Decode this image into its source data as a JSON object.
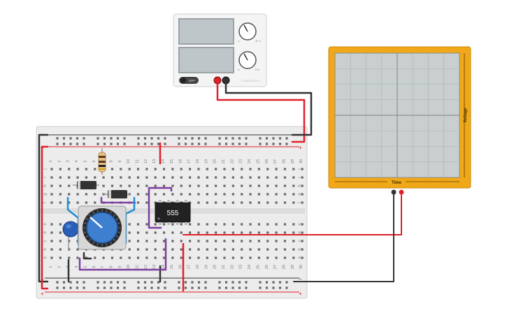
{
  "power_supply": {
    "off_label": "OFF",
    "volt_unit": "V",
    "amp_unit": "A",
    "volt_knob_label": "30 V",
    "amp_knob_label": "5 A",
    "brand": "POWER SUPPLY"
  },
  "oscilloscope": {
    "x_axis_label": "Time",
    "y_axis_label": "Voltage"
  },
  "chip": {
    "label": "555"
  },
  "breadboard": {
    "column_numbers_top": [
      "1",
      "2",
      "3",
      "4",
      "5",
      "6",
      "7",
      "8",
      "9",
      "10",
      "11",
      "12",
      "13",
      "14",
      "15",
      "16",
      "17",
      "18",
      "19",
      "20",
      "21",
      "22",
      "23",
      "24",
      "25",
      "26",
      "27",
      "28",
      "29",
      "30"
    ],
    "column_numbers_bottom": [
      "1",
      "2",
      "3",
      "4",
      "5",
      "6",
      "7",
      "8",
      "9",
      "10",
      "11",
      "12",
      "13",
      "14",
      "15",
      "16",
      "17",
      "18",
      "19",
      "20",
      "21",
      "22",
      "23",
      "24",
      "25",
      "26",
      "27",
      "28",
      "29",
      "30"
    ],
    "row_letters_top": [
      "j",
      "i",
      "h",
      "g",
      "f"
    ],
    "row_letters_bottom": [
      "e",
      "d",
      "c",
      "b",
      "a"
    ],
    "rail_plus": "+",
    "rail_minus": "−"
  },
  "colors": {
    "wire_red": "#e0202a",
    "wire_black": "#333333",
    "wire_purple": "#7b3fa0",
    "wire_blue": "#1f8fd6",
    "scope_frame": "#f0a818",
    "board_bg": "#ececec"
  }
}
